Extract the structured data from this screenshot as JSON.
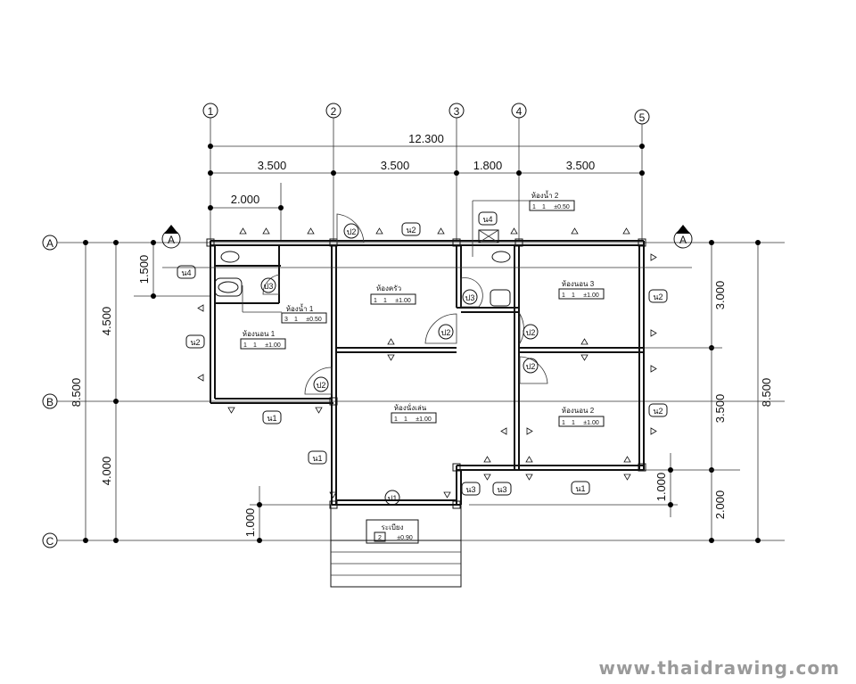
{
  "grid": {
    "columns": [
      "1",
      "2",
      "3",
      "4",
      "5"
    ],
    "rows": [
      "A",
      "B",
      "C"
    ]
  },
  "dimensions": {
    "total_width": "12.300",
    "bay_1_2": "3.500",
    "bay_2_3": "3.500",
    "bay_3_4": "1.800",
    "bay_4_5": "3.500",
    "bath_width": "2.000",
    "left_depth_total": "8.500",
    "left_depth_ab": "4.500",
    "left_depth_bc": "4.000",
    "left_bath_depth": "1.500",
    "left_porch": "1.000",
    "right_depth_total": "8.500",
    "right_depth_upper": "3.000",
    "right_depth_mid": "3.500",
    "right_depth_lower": "2.000",
    "right_step": "1.000"
  },
  "rooms": [
    {
      "name": "ห้องน้ำ 2",
      "floor": "1",
      "code": "1",
      "level": "±0.50"
    },
    {
      "name": "ห้องนอน 3",
      "floor": "1",
      "code": "1",
      "level": "±1.00"
    },
    {
      "name": "ห้องครัว",
      "floor": "1",
      "code": "1",
      "level": "±1.00"
    },
    {
      "name": "ห้องน้ำ 1",
      "floor": "3",
      "code": "1",
      "level": "±0.50"
    },
    {
      "name": "ห้องนอน 1",
      "floor": "1",
      "code": "1",
      "level": "±1.00"
    },
    {
      "name": "ห้องนั่งเล่น",
      "floor": "1",
      "code": "1",
      "level": "±1.00"
    },
    {
      "name": "ห้องนอน 2",
      "floor": "1",
      "code": "1",
      "level": "±1.00"
    },
    {
      "name": "ระเบียง",
      "floor": "2",
      "code": "",
      "level": "±0.90"
    }
  ],
  "doors": {
    "d1": "ป1",
    "d2": "ป2",
    "d3": "ป3"
  },
  "windows": {
    "w1": "น1",
    "w2": "น2",
    "w3": "น3",
    "w4": "น4"
  },
  "section_marker": "A",
  "watermark": "www.thaidrawing.com"
}
